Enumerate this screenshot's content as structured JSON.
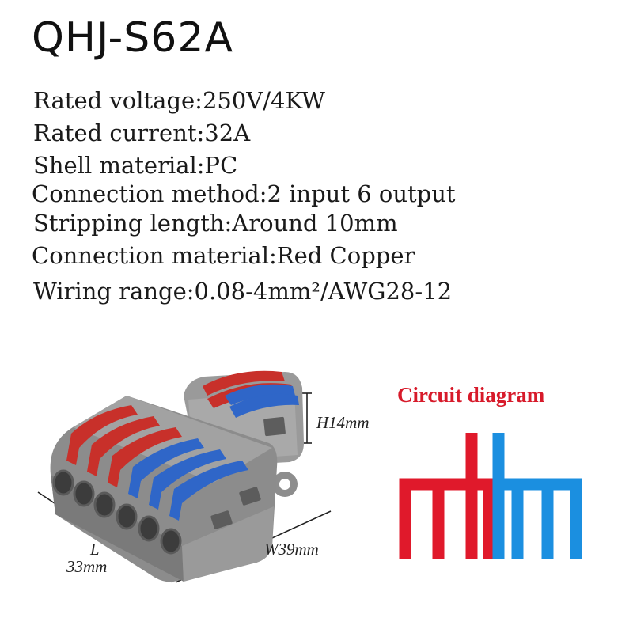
{
  "title": "QHJ-S62A",
  "specs": [
    "Rated voltage:250V/4KW",
    "Rated current:32A",
    "Shell material:PC",
    "Connection method:2 input 6 output",
    "Stripping length:Around 10mm",
    "Connection material:Red Copper",
    "Wiring range:0.08-4mm²/AWG28-12"
  ],
  "dimensions": {
    "height": "H14mm",
    "length_symbol": "L",
    "length_value": "33mm",
    "width": "W39mm"
  },
  "circuit": {
    "title": "Circuit diagram",
    "title_color": "#d71a2a",
    "input_color": "#e0192b",
    "output_color": "#1b8fe0"
  },
  "product": {
    "housing_color": "#8c8c8c",
    "lever_red": "#c8302a",
    "lever_blue": "#2f66c8"
  }
}
